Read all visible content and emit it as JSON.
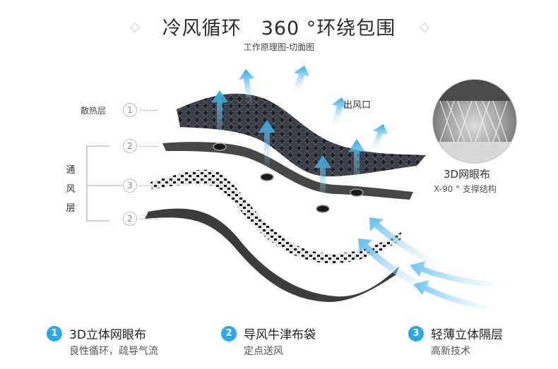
{
  "header": {
    "title_left": "冷风循环",
    "title_right": "360 °环绕包围",
    "subtitle": "工作原理图-切面图"
  },
  "diagram": {
    "labels": {
      "heat_layer": "散热层",
      "vent_chars": [
        "通",
        "风",
        "层"
      ],
      "outlet": "出风口"
    },
    "layer_numbers": [
      "1",
      "2",
      "3",
      "2"
    ],
    "micro": {
      "title": "3D网眼布",
      "subtitle": "X-90 ° 支撑结构"
    },
    "colors": {
      "accent": "#2aa9e6",
      "dark_layer": "#444444",
      "honeycomb": "#2c2f36"
    }
  },
  "features": [
    {
      "num": "1",
      "title": "3D立体网眼布",
      "desc": "良性循环，疏导气流"
    },
    {
      "num": "2",
      "title": "导风牛津布袋",
      "desc": "定点送风"
    },
    {
      "num": "3",
      "title": "轻薄立体隔层",
      "desc": "高新技术"
    }
  ]
}
